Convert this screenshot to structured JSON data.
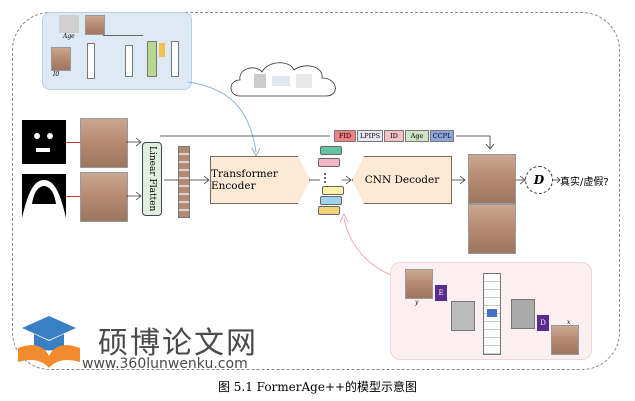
{
  "encoder_label": "Transformer Encoder",
  "decoder_label": "CNN Decoder",
  "flatten_label": "Linear Flatten",
  "discriminator_label": "D",
  "output_label": "真实/虚假?",
  "losses": [
    "FID",
    "LPIPS",
    "ID",
    "Age",
    "CCPL"
  ],
  "loss_colors": [
    "#f08080",
    "#e8e8f4",
    "#f6c1c9",
    "#cfe4c6",
    "#8ea6dd"
  ],
  "token_colors": [
    "#66c2a5",
    "#f6b7c8",
    "#fff2a8",
    "#9fd4f0",
    "#f4d27a",
    "#a6d8a0"
  ],
  "inset_age_label": "Age",
  "inset_face_label": "I0",
  "pink_labels": {
    "input": "y",
    "encoder": "E",
    "decoder": "D",
    "output": "x"
  },
  "caption": "图 5.1 FormerAge++的模型示意图",
  "watermark": {
    "title": "硕博论文网",
    "url": "www.360lunwenku.com"
  }
}
